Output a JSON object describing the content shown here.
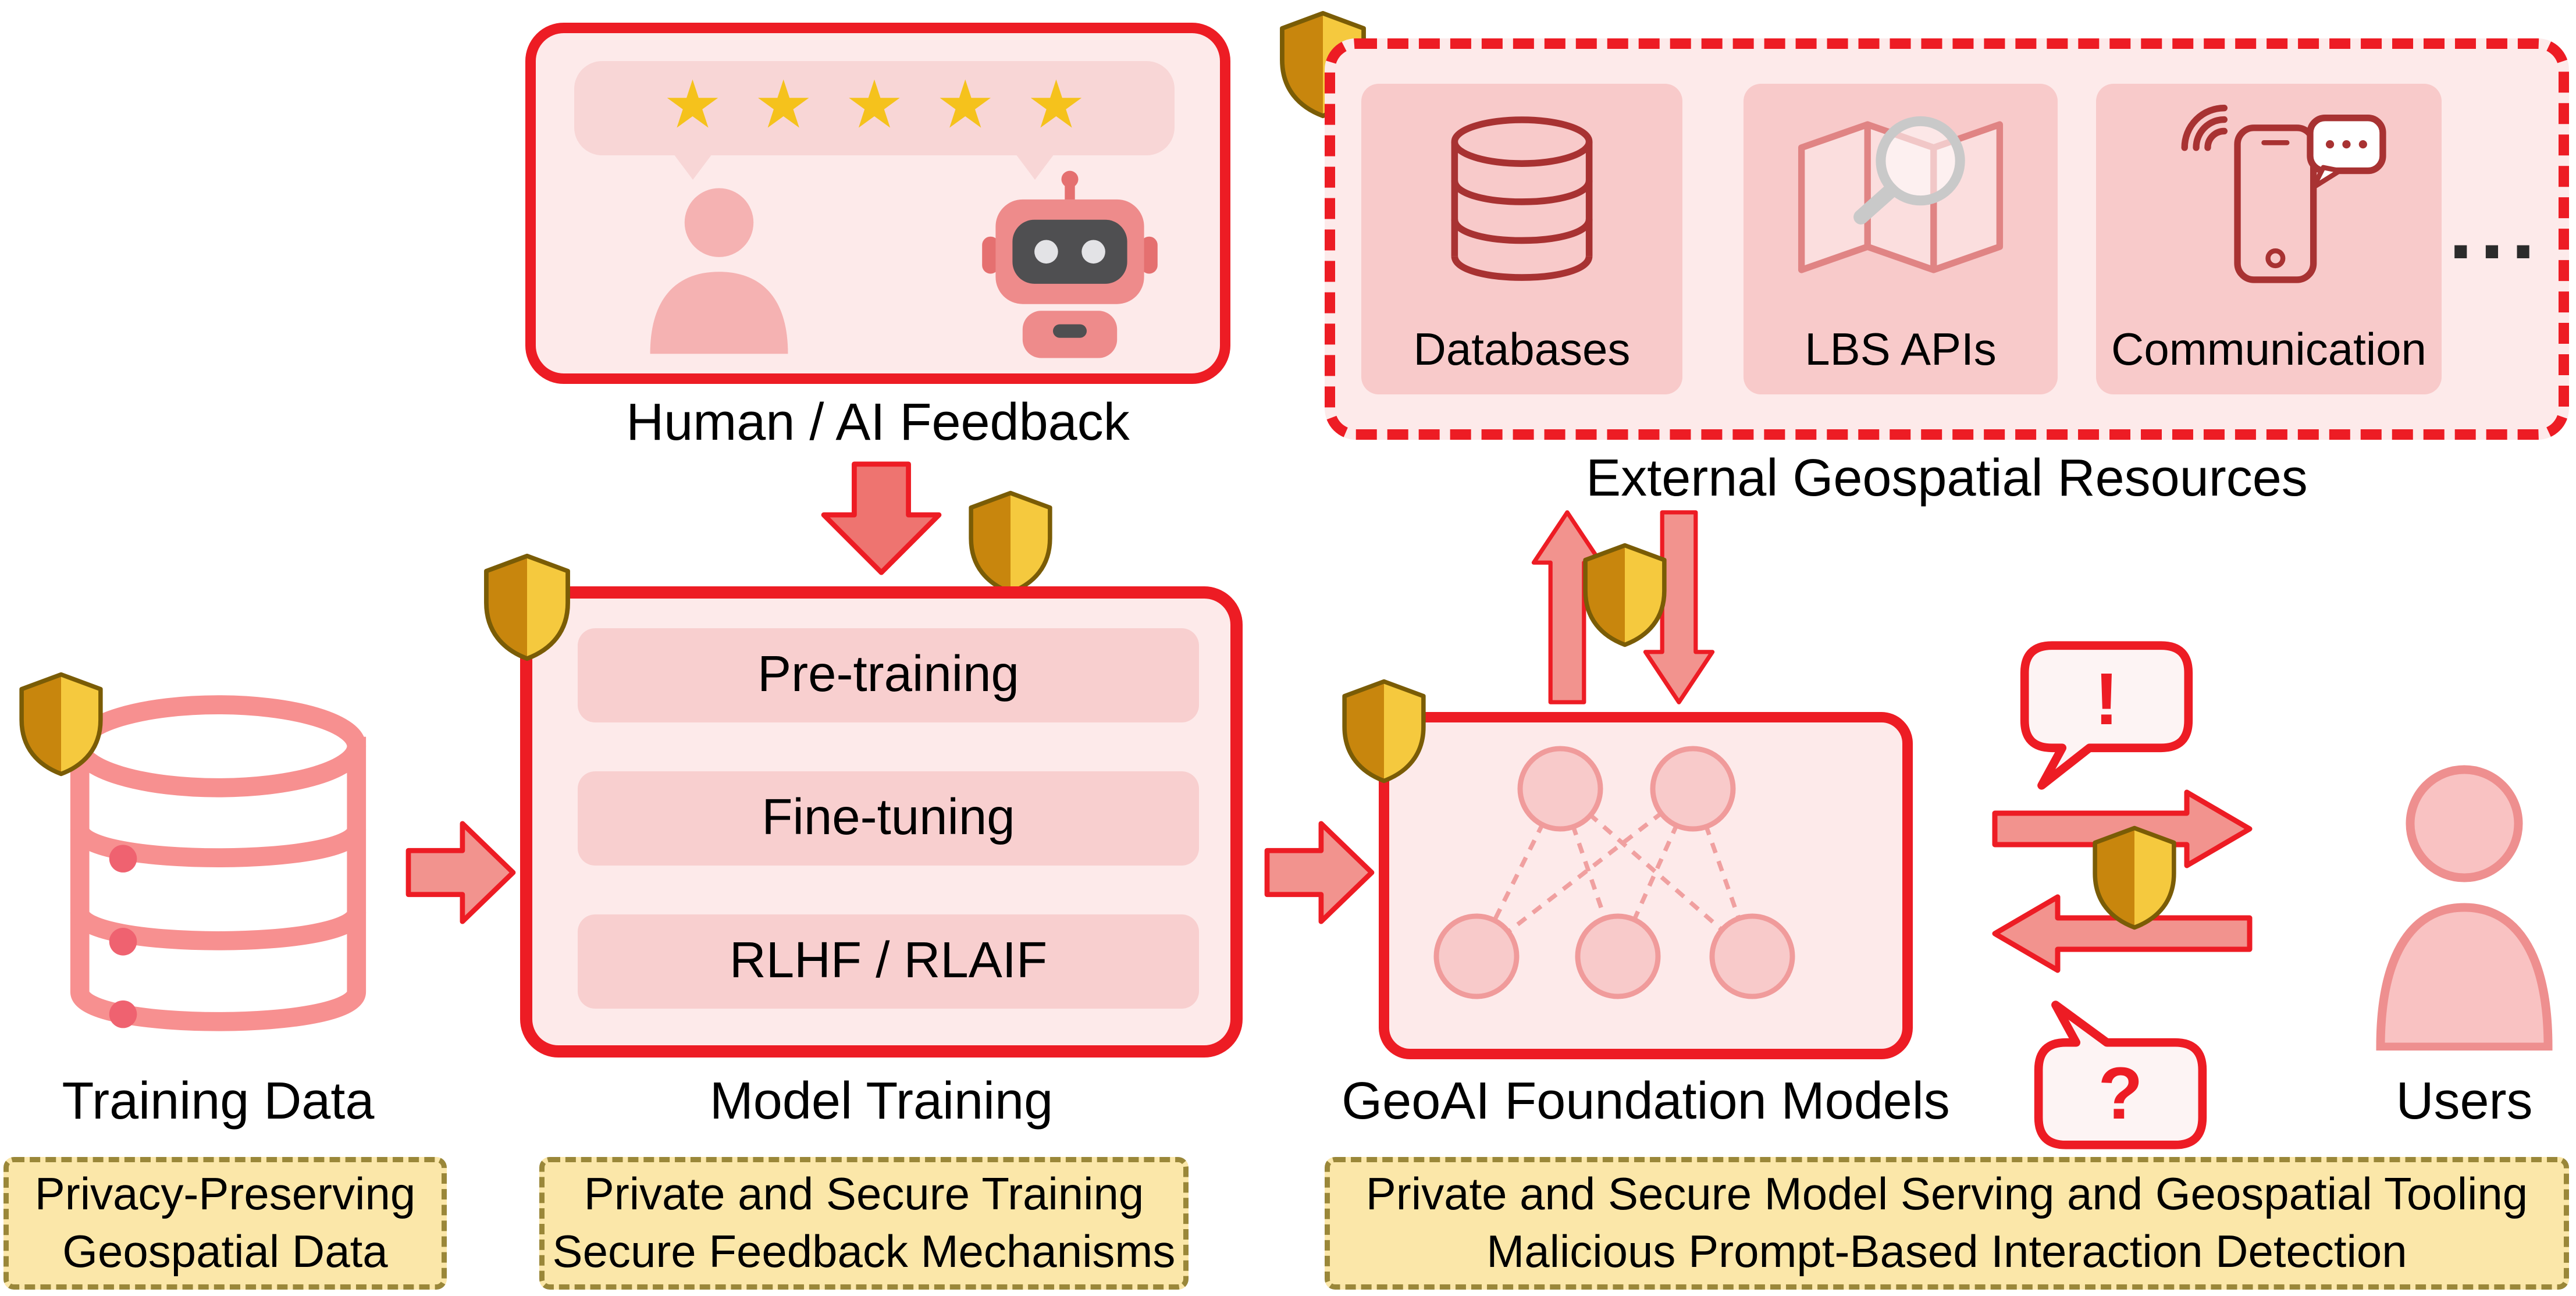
{
  "icons": {
    "star": "★"
  },
  "feedback": {
    "label": "Human / AI Feedback",
    "stars": 5
  },
  "external": {
    "label": "External Geospatial Resources",
    "resources": [
      {
        "label": "Databases",
        "icon": "database-icon"
      },
      {
        "label": "LBS APIs",
        "icon": "map-search-icon"
      },
      {
        "label": "Communication",
        "icon": "phone-chat-icon"
      }
    ],
    "more": "..."
  },
  "training_data": {
    "label": "Training Data"
  },
  "model_training": {
    "label": "Model Training",
    "steps": [
      "Pre-training",
      "Fine-tuning",
      "RLHF / RLAIF"
    ]
  },
  "geoai": {
    "label": "GeoAI Foundation Models"
  },
  "users": {
    "label": "Users",
    "alert_symbol": "!",
    "question_symbol": "?"
  },
  "callouts": [
    {
      "line1": "Privacy-Preserving",
      "line2": "Geospatial Data"
    },
    {
      "line1": "Private and Secure Training",
      "line2": "Secure Feedback Mechanisms"
    },
    {
      "line1": "Private and Secure Model Serving and Geospatial Tooling",
      "line2": "Malicious Prompt-Based Interaction Detection"
    }
  ],
  "colors": {
    "red": "#ed1c24",
    "panel_pink": "#fdeaea",
    "inner_pink": "#f8cfcf",
    "arrow_fill": "#f2938e",
    "shield_gold_dark": "#c8860d",
    "shield_gold_light": "#f5c93e",
    "star_gold": "#f5c21c",
    "callout_yellow": "#fbe7a9",
    "callout_border": "#9a8739"
  }
}
